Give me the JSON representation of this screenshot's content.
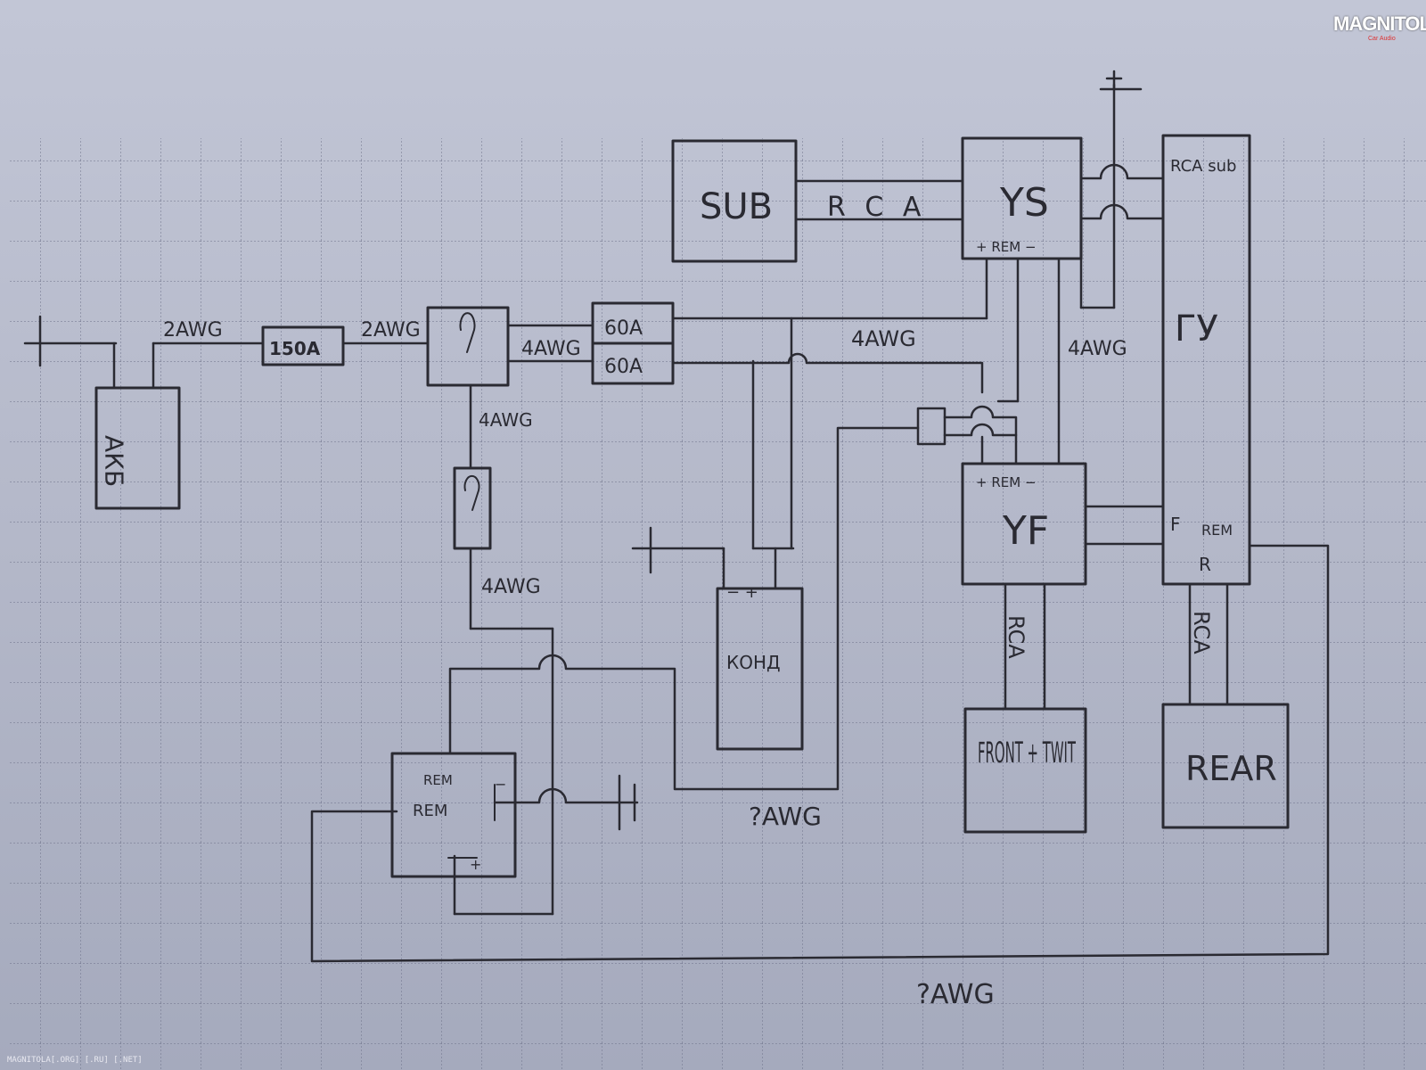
{
  "brand": {
    "logo": "MAGNITOLA",
    "logo_sub": "Car Audio",
    "footer": "MAGNITOLA[.ORG] [.RU] [.NET]"
  },
  "components": {
    "battery": "АКБ",
    "fuse_main": "150A",
    "fuse_60a_top": "60A",
    "fuse_60a_bottom": "60A",
    "sub": "SUB",
    "ys": "YS",
    "yf": "YF",
    "gu": "ГУ",
    "cap": "КОНД",
    "front": "FRONT + TWIT",
    "rear": "REAR"
  },
  "labels": {
    "awg_battery": "2AWG",
    "awg_after_fuse": "2AWG",
    "awg_to_fuses": "4AWG",
    "awg_down_1": "4AWG",
    "awg_down_2": "4AWG",
    "awg_to_ys": "4AWG",
    "awg_to_yf": "4AWG",
    "awg_ground_mid": "?AWG",
    "awg_ground_bottom": "?AWG",
    "rca_sub": "R C A",
    "rca_front": "RCA",
    "rca_rear": "RCA",
    "gu_rca_sub": "RCA sub",
    "gu_f": "F",
    "gu_rem": "REM",
    "gu_r": "R",
    "ys_terminals": "+ REM −",
    "yf_terminals": "+ REM −",
    "cap_terminals": "− +",
    "relay_rem_top": "REM",
    "relay_rem": "REM",
    "relay_minus": "−",
    "relay_plus": "+"
  }
}
